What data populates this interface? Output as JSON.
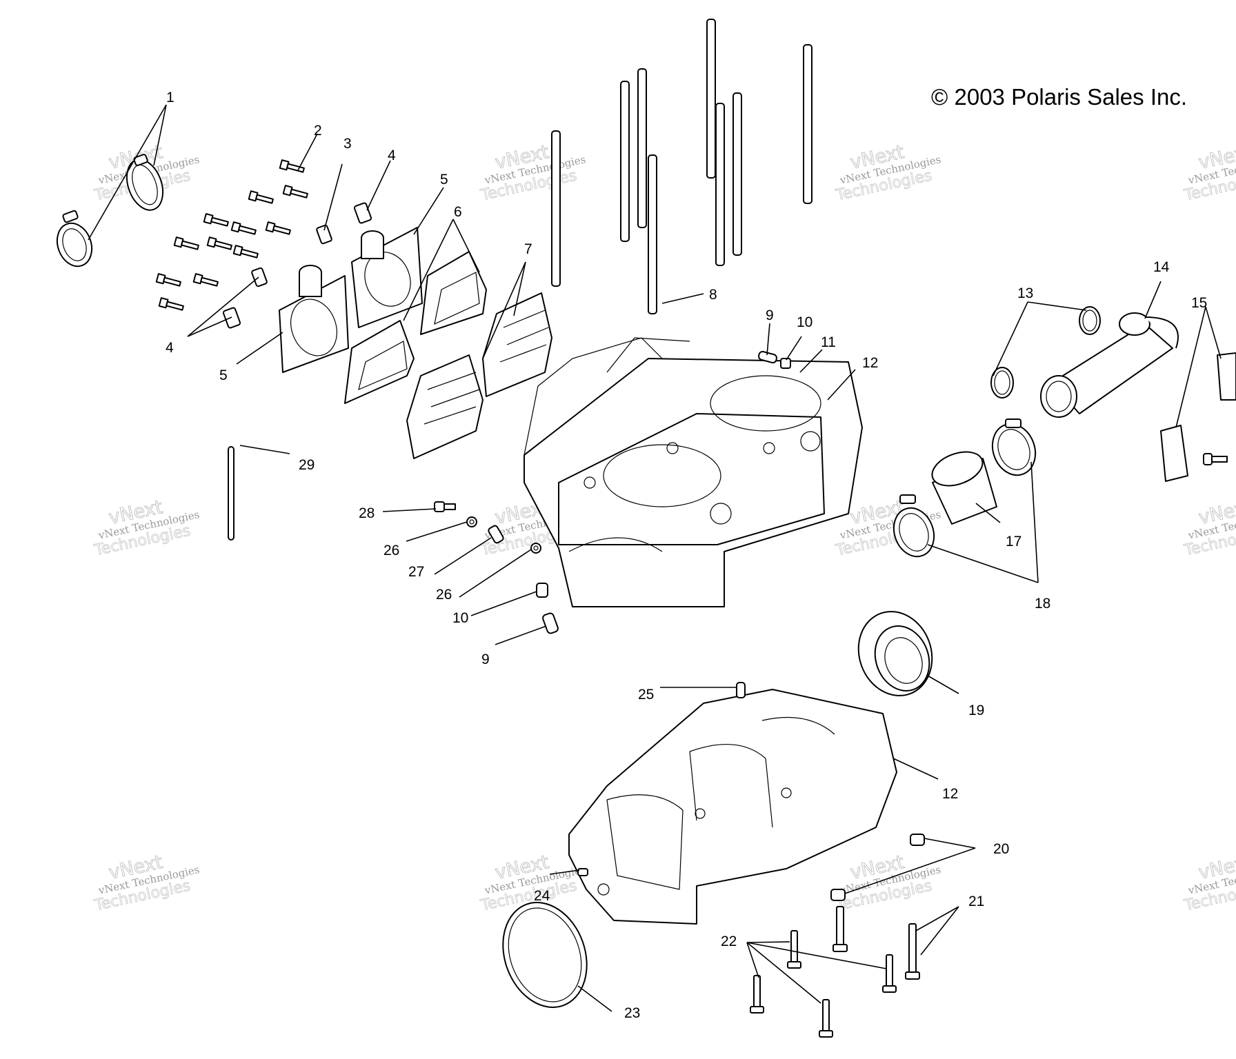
{
  "copyright": "© 2003 Polaris Sales Inc.",
  "watermark": {
    "line1": "vNext Technologies",
    "line2": "vNext",
    "line3": "Technologies"
  },
  "callouts": {
    "c1": "1",
    "c2": "2",
    "c3": "3",
    "c4a": "4",
    "c4b": "4",
    "c5a": "5",
    "c5b": "5",
    "c6": "6",
    "c7": "7",
    "c8": "8",
    "c9a": "9",
    "c9b": "9",
    "c10a": "10",
    "c10b": "10",
    "c11": "11",
    "c12a": "12",
    "c12b": "12",
    "c13": "13",
    "c14": "14",
    "c15": "15",
    "c17": "17",
    "c18": "18",
    "c19": "19",
    "c20": "20",
    "c21": "21",
    "c22": "22",
    "c23": "23",
    "c24": "24",
    "c25": "25",
    "c26a": "26",
    "c26b": "26",
    "c27": "27",
    "c28": "28",
    "c29": "29"
  }
}
